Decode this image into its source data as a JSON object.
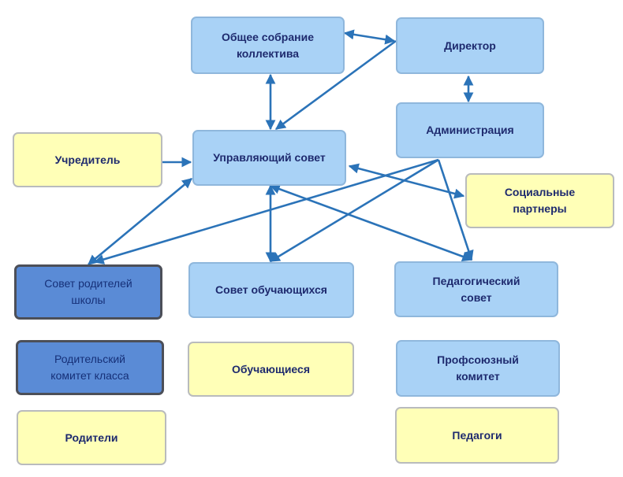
{
  "nodes": {
    "general_meeting": "Общее собрание\nколлектива",
    "director": "Директор",
    "administration": "Администрация",
    "founder": "Учредитель",
    "governing_council": "Управляющий совет",
    "social_partners": "Социальные\nпартнеры",
    "parents_council": "Совет родителей\nшколы",
    "students_council": "Совет обучающихся",
    "pedagogical_council": "Педагогический\nсовет",
    "class_parents_committee": "Родительский\nкомитет класса",
    "students": "Обучающиеся",
    "trade_union": "Профсоюзный\nкомитет",
    "parents": "Родители",
    "teachers": "Педагоги"
  },
  "colors": {
    "arrow": "#2b73b8",
    "blue_box": "#a9d2f6",
    "yellow_box": "#ffffb7",
    "dark_box": "#5a8bd6",
    "text": "#1e2a6e"
  }
}
